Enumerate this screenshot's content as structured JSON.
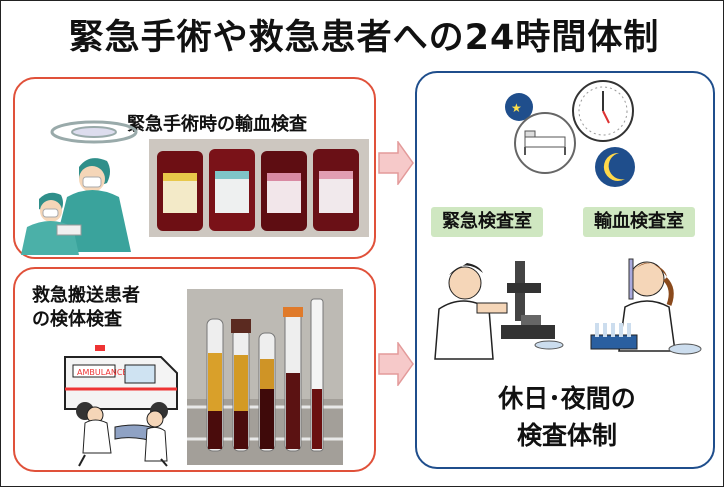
{
  "title": "緊急手術や救急患者への24時間体制",
  "panel_surgery": {
    "label": "緊急手術時の輸血検査"
  },
  "panel_emergency": {
    "label_line1": "救急搬送患者",
    "label_line2": "の検体検査",
    "ambulance_text": "AMBULANCE"
  },
  "panel_night": {
    "tag_emergency_lab": "緊急検査室",
    "tag_transfusion_lab": "輸血検査室",
    "caption_line1": "休日･夜間の",
    "caption_line2": "検査体制"
  },
  "colors": {
    "red_border": "#e0513a",
    "blue_border": "#1f4e8c",
    "arrow_fill": "#f6c9c9",
    "tag_bg": "#cfe7c1"
  },
  "icons": [
    "surgeon-illustration",
    "blood-bag-photo",
    "ambulance-illustration",
    "blood-tube-photo",
    "moon-icon",
    "bed-icon",
    "clock-icon",
    "microscope-technician-illustration",
    "pipette-technician-illustration"
  ]
}
